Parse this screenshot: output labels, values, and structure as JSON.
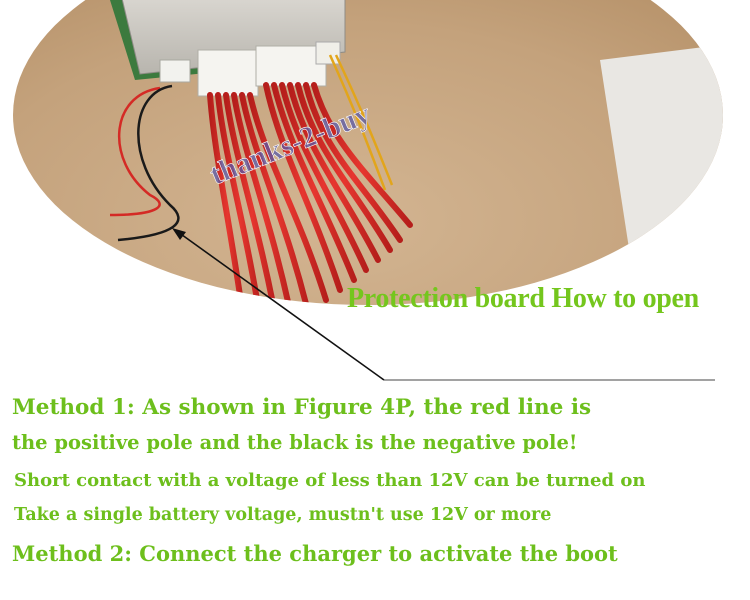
{
  "photo": {
    "watermark": "thanks-2-buy"
  },
  "heading": "Protection board How to open",
  "instructions": [
    "Method 1: As shown in Figure 4P, the red line is",
    "the positive pole and the black is the negative pole!",
    "Short contact with a voltage of less than 12V can be turned on",
    "Take a single battery voltage, mustn't use 12V or more",
    "Method 2: Connect the charger to activate the boot"
  ],
  "colors": {
    "text_green": "#6dbf1c",
    "wire_red": "#d42a25",
    "wire_black": "#1a1a1a",
    "wire_yellow": "#e2a51b",
    "board_surface": "#c9c6c0",
    "table_surface": "#c6a684"
  }
}
